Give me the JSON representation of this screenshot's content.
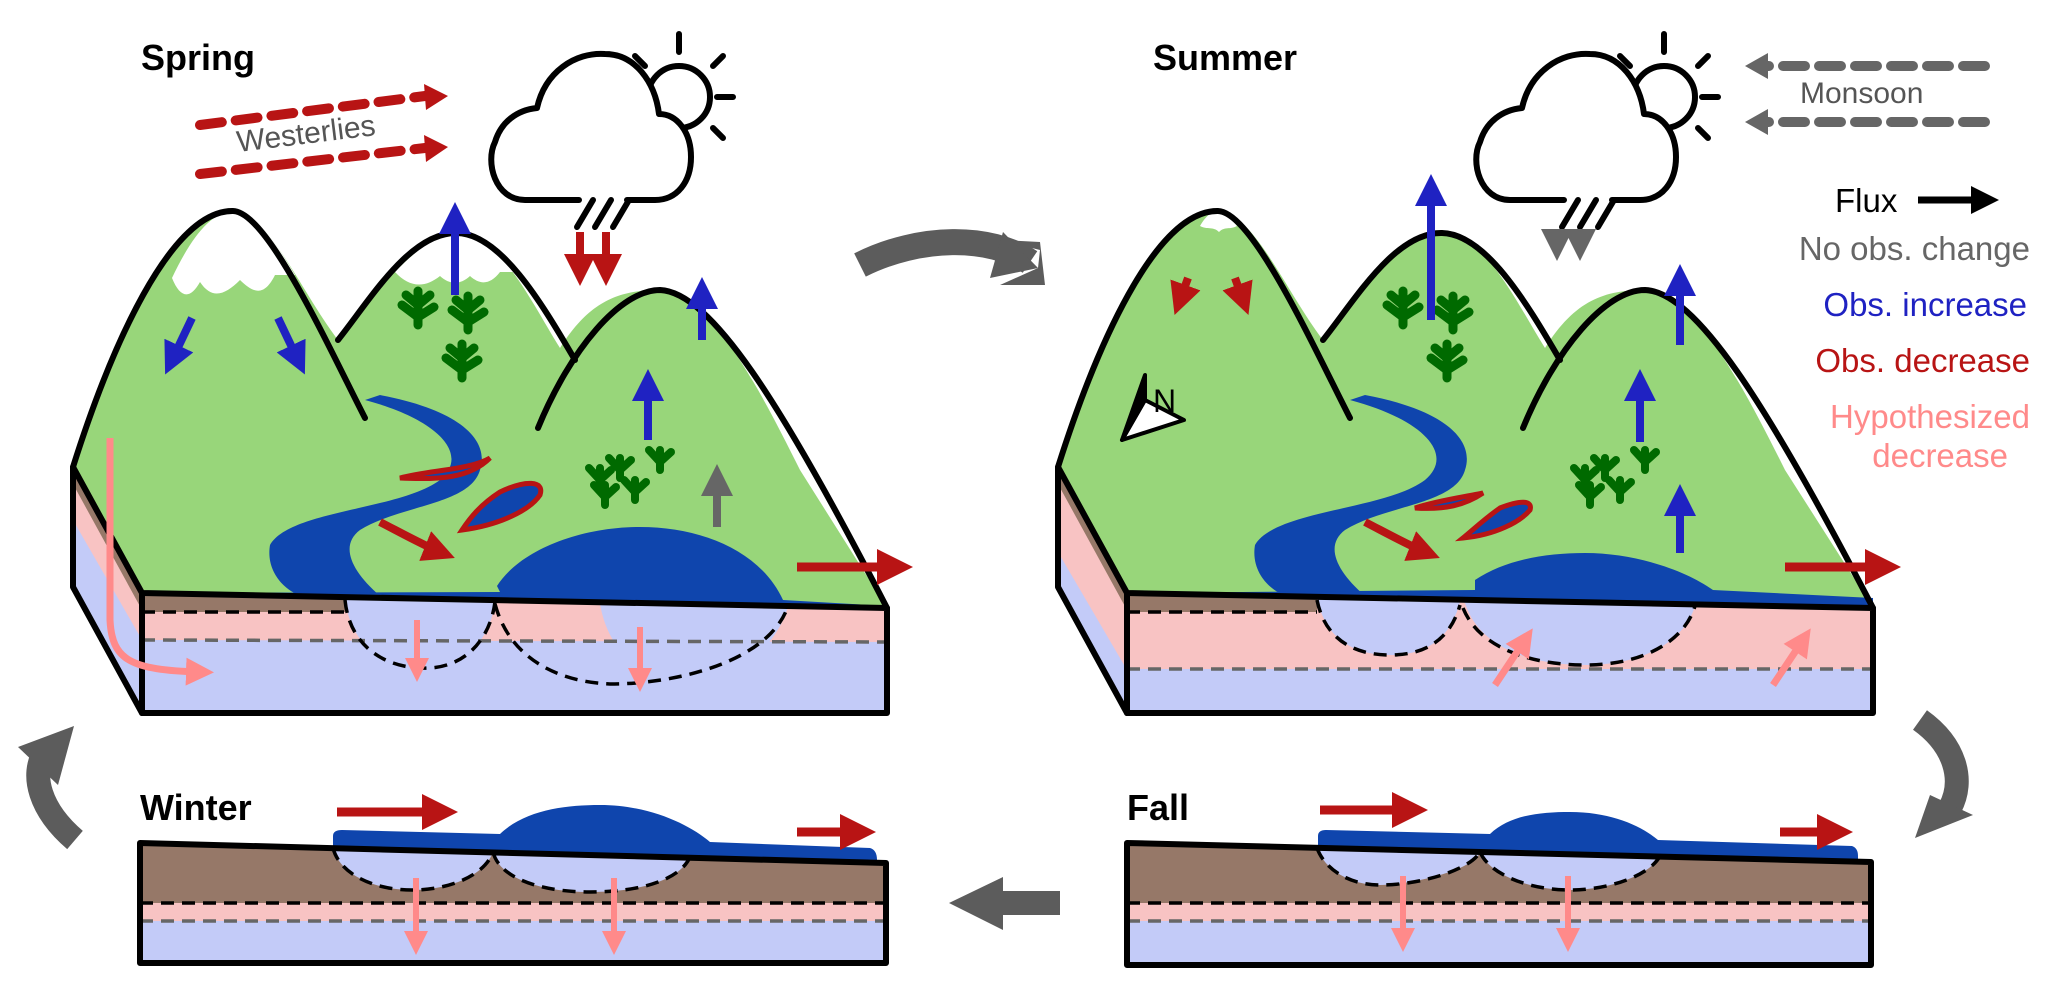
{
  "seasons": {
    "spring": {
      "label": "Spring",
      "wind_label": "Westerlies",
      "wind_trend": "Obs. decrease"
    },
    "summer": {
      "label": "Summer",
      "wind_label": "Monsoon",
      "wind_trend": "No obs. change"
    },
    "fall": {
      "label": "Fall"
    },
    "winter": {
      "label": "Winter"
    }
  },
  "compass": {
    "label": "N"
  },
  "legend": {
    "flux_label": "Flux",
    "items": [
      {
        "label": "No obs. change",
        "color": "#666666"
      },
      {
        "label": "Obs. increase",
        "color": "#1f22c2"
      },
      {
        "label": "Obs. decrease",
        "color": "#b81414"
      },
      {
        "label_line1": "Hypothesized",
        "label_line2": "decrease",
        "color": "#ff8a8a"
      }
    ]
  },
  "colors": {
    "land": "#98d67a",
    "vegetation": "#006a00",
    "water": "#0f45ad",
    "soil": "#967868",
    "vadose_pink": "#f8c3c3",
    "groundwater": "#c3cbf8",
    "snow": "#ffffff",
    "cycle_arrow": "#5c5c5c",
    "no_change": "#666666",
    "increase": "#1f22c2",
    "decrease": "#b81414",
    "hypothesized": "#ff8a8a"
  }
}
